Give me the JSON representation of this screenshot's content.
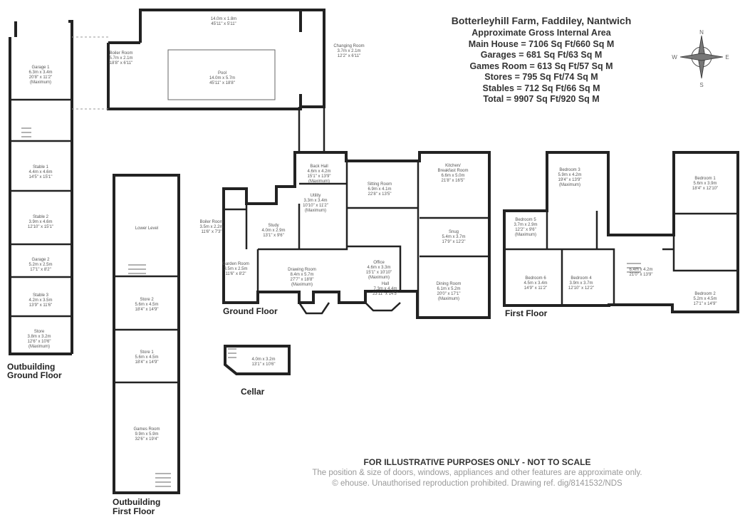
{
  "header": {
    "title": "Botterleyhill Farm, Faddiley, Nantwich",
    "subtitle": "Approximate Gross Internal Area",
    "lines": [
      "Main House = 7106 Sq Ft/660 Sq M",
      "Garages = 681 Sq Ft/63 Sq M",
      "Games Room = 613 Sq Ft/57 Sq M",
      "Stores = 795 Sq Ft/74 Sq M",
      "Stables = 712 Sq Ft/66 Sq M",
      "Total = 9907 Sq Ft/920 Sq M"
    ]
  },
  "compass": {
    "n": "N",
    "s": "S",
    "e": "E",
    "w": "W"
  },
  "floor_labels": {
    "outbuilding_ground_1": "Outbuilding",
    "outbuilding_ground_2": "Ground Floor",
    "outbuilding_first_1": "Outbuilding",
    "outbuilding_first_2": "First Floor",
    "ground_floor": "Ground Floor",
    "first_floor": "First Floor",
    "cellar": "Cellar"
  },
  "rooms": {
    "garage1": [
      "Garage 1",
      "6.3m x 3.4m",
      "20'8\" x 11'2\"",
      "(Maximum)"
    ],
    "stable1": [
      "Stable 1",
      "4.4m x 4.6m",
      "14'5\" x 15'1\""
    ],
    "stable2": [
      "Stable 2",
      "3.9m x 4.6m",
      "12'10\" x 15'1\""
    ],
    "garage2": [
      "Garage 2",
      "5.2m x 2.5m",
      "17'1\" x 8'2\""
    ],
    "stable3": [
      "Stable 3",
      "4.2m x 3.5m",
      "13'9\" x 11'6\""
    ],
    "store": [
      "Store",
      "3.8m x 3.2m",
      "12'6\" x 10'6\"",
      "(Maximum)"
    ],
    "pool": [
      "Pool",
      "14.0m x 5.7m",
      "45'11\" x 18'8\""
    ],
    "poolroom": [
      "14.0m x 1.8m",
      "45'11\" x 5'11\""
    ],
    "changing": [
      "Changing Room",
      "3.7m x 2.1m",
      "12'2\" x 6'11\""
    ],
    "boiler_small": [
      "Boiler Room",
      "5.7m x 2.1m",
      "18'8\" x 6'11\""
    ],
    "lower_level": [
      "Lower Level"
    ],
    "store2": [
      "Store 2",
      "5.6m x 4.5m",
      "18'4\" x 14'9\""
    ],
    "store1": [
      "Store 1",
      "5.6m x 4.5m",
      "18'4\" x 14'9\""
    ],
    "games": [
      "Games Room",
      "9.9m x 5.9m",
      "32'6\" x 19'4\""
    ],
    "backhall": [
      "Back Hall",
      "4.6m x 4.2m",
      "15'1\" x 13'9\"",
      "(Maximum)"
    ],
    "sitting": [
      "Sitting Room",
      "6.9m x 4.1m",
      "22'8\" x 13'5\""
    ],
    "kitchen": [
      "Kitchen/",
      "Breakfast Room",
      "6.6m x 5.0m",
      "21'8\" x 16'5\""
    ],
    "boiler": [
      "Boiler Room",
      "3.5m x 2.2m",
      "11'6\" x 7'3\""
    ],
    "utility": [
      "Utility",
      "3.3m x 3.4m",
      "10'10\" x 11'2\"",
      "(Maximum)"
    ],
    "study": [
      "Study",
      "4.0m x 2.9m",
      "13'1\" x 9'6\""
    ],
    "snug": [
      "Snug",
      "5.4m x 3.7m",
      "17'9\" x 12'2\""
    ],
    "drawing": [
      "Drawing Room",
      "8.4m x 5.7m",
      "27'7\" x 18'8\"",
      "(Maximum)"
    ],
    "office": [
      "Office",
      "4.6m x 3.3m",
      "15'1\" x 10'10\"",
      "(Maximum)"
    ],
    "hall": [
      "Hall",
      "7.3m x 4.4m",
      "23'11\" x 14'5\""
    ],
    "dining": [
      "Dining Room",
      "6.1m x 5.2m",
      "20'0\" x 17'1\"",
      "(Maximum)"
    ],
    "gardenroom": [
      "Garden Room",
      "3.5m x 2.5m",
      "11'6\" x 8'2\""
    ],
    "cellar": [
      "4.0m x 3.2m",
      "13'1\" x 10'6\""
    ],
    "bed3": [
      "Bedroom 3",
      "5.9m x 4.2m",
      "19'4\" x 13'9\"",
      "(Maximum)"
    ],
    "bed1": [
      "Bedroom 1",
      "5.6m x 3.9m",
      "18'4\" x 12'10\""
    ],
    "bed5": [
      "Bedroom 5",
      "3.7m x 2.9m",
      "12'2\" x 9'6\"",
      "(Maximum)"
    ],
    "bed6": [
      "Bedroom 6",
      "4.5m x 3.4m",
      "14'9\" x 11'2\""
    ],
    "bed4": [
      "Bedroom 4",
      "3.9m x 3.7m",
      "12'10\" x 12'2\""
    ],
    "landing": [
      "6.4m x 4.2m",
      "21'0\" x 13'9\""
    ],
    "bed2": [
      "Bedroom 2",
      "5.2m x 4.5m",
      "17'1\" x 14'9\""
    ]
  },
  "footer": {
    "disclaimer": "FOR ILLUSTRATIVE PURPOSES ONLY - NOT TO SCALE",
    "note": "The position & size of doors, windows, appliances and other features are approximate only.",
    "copyright": "© ehouse. Unauthorised reproduction prohibited. Drawing ref. dig/8141532/NDS"
  }
}
